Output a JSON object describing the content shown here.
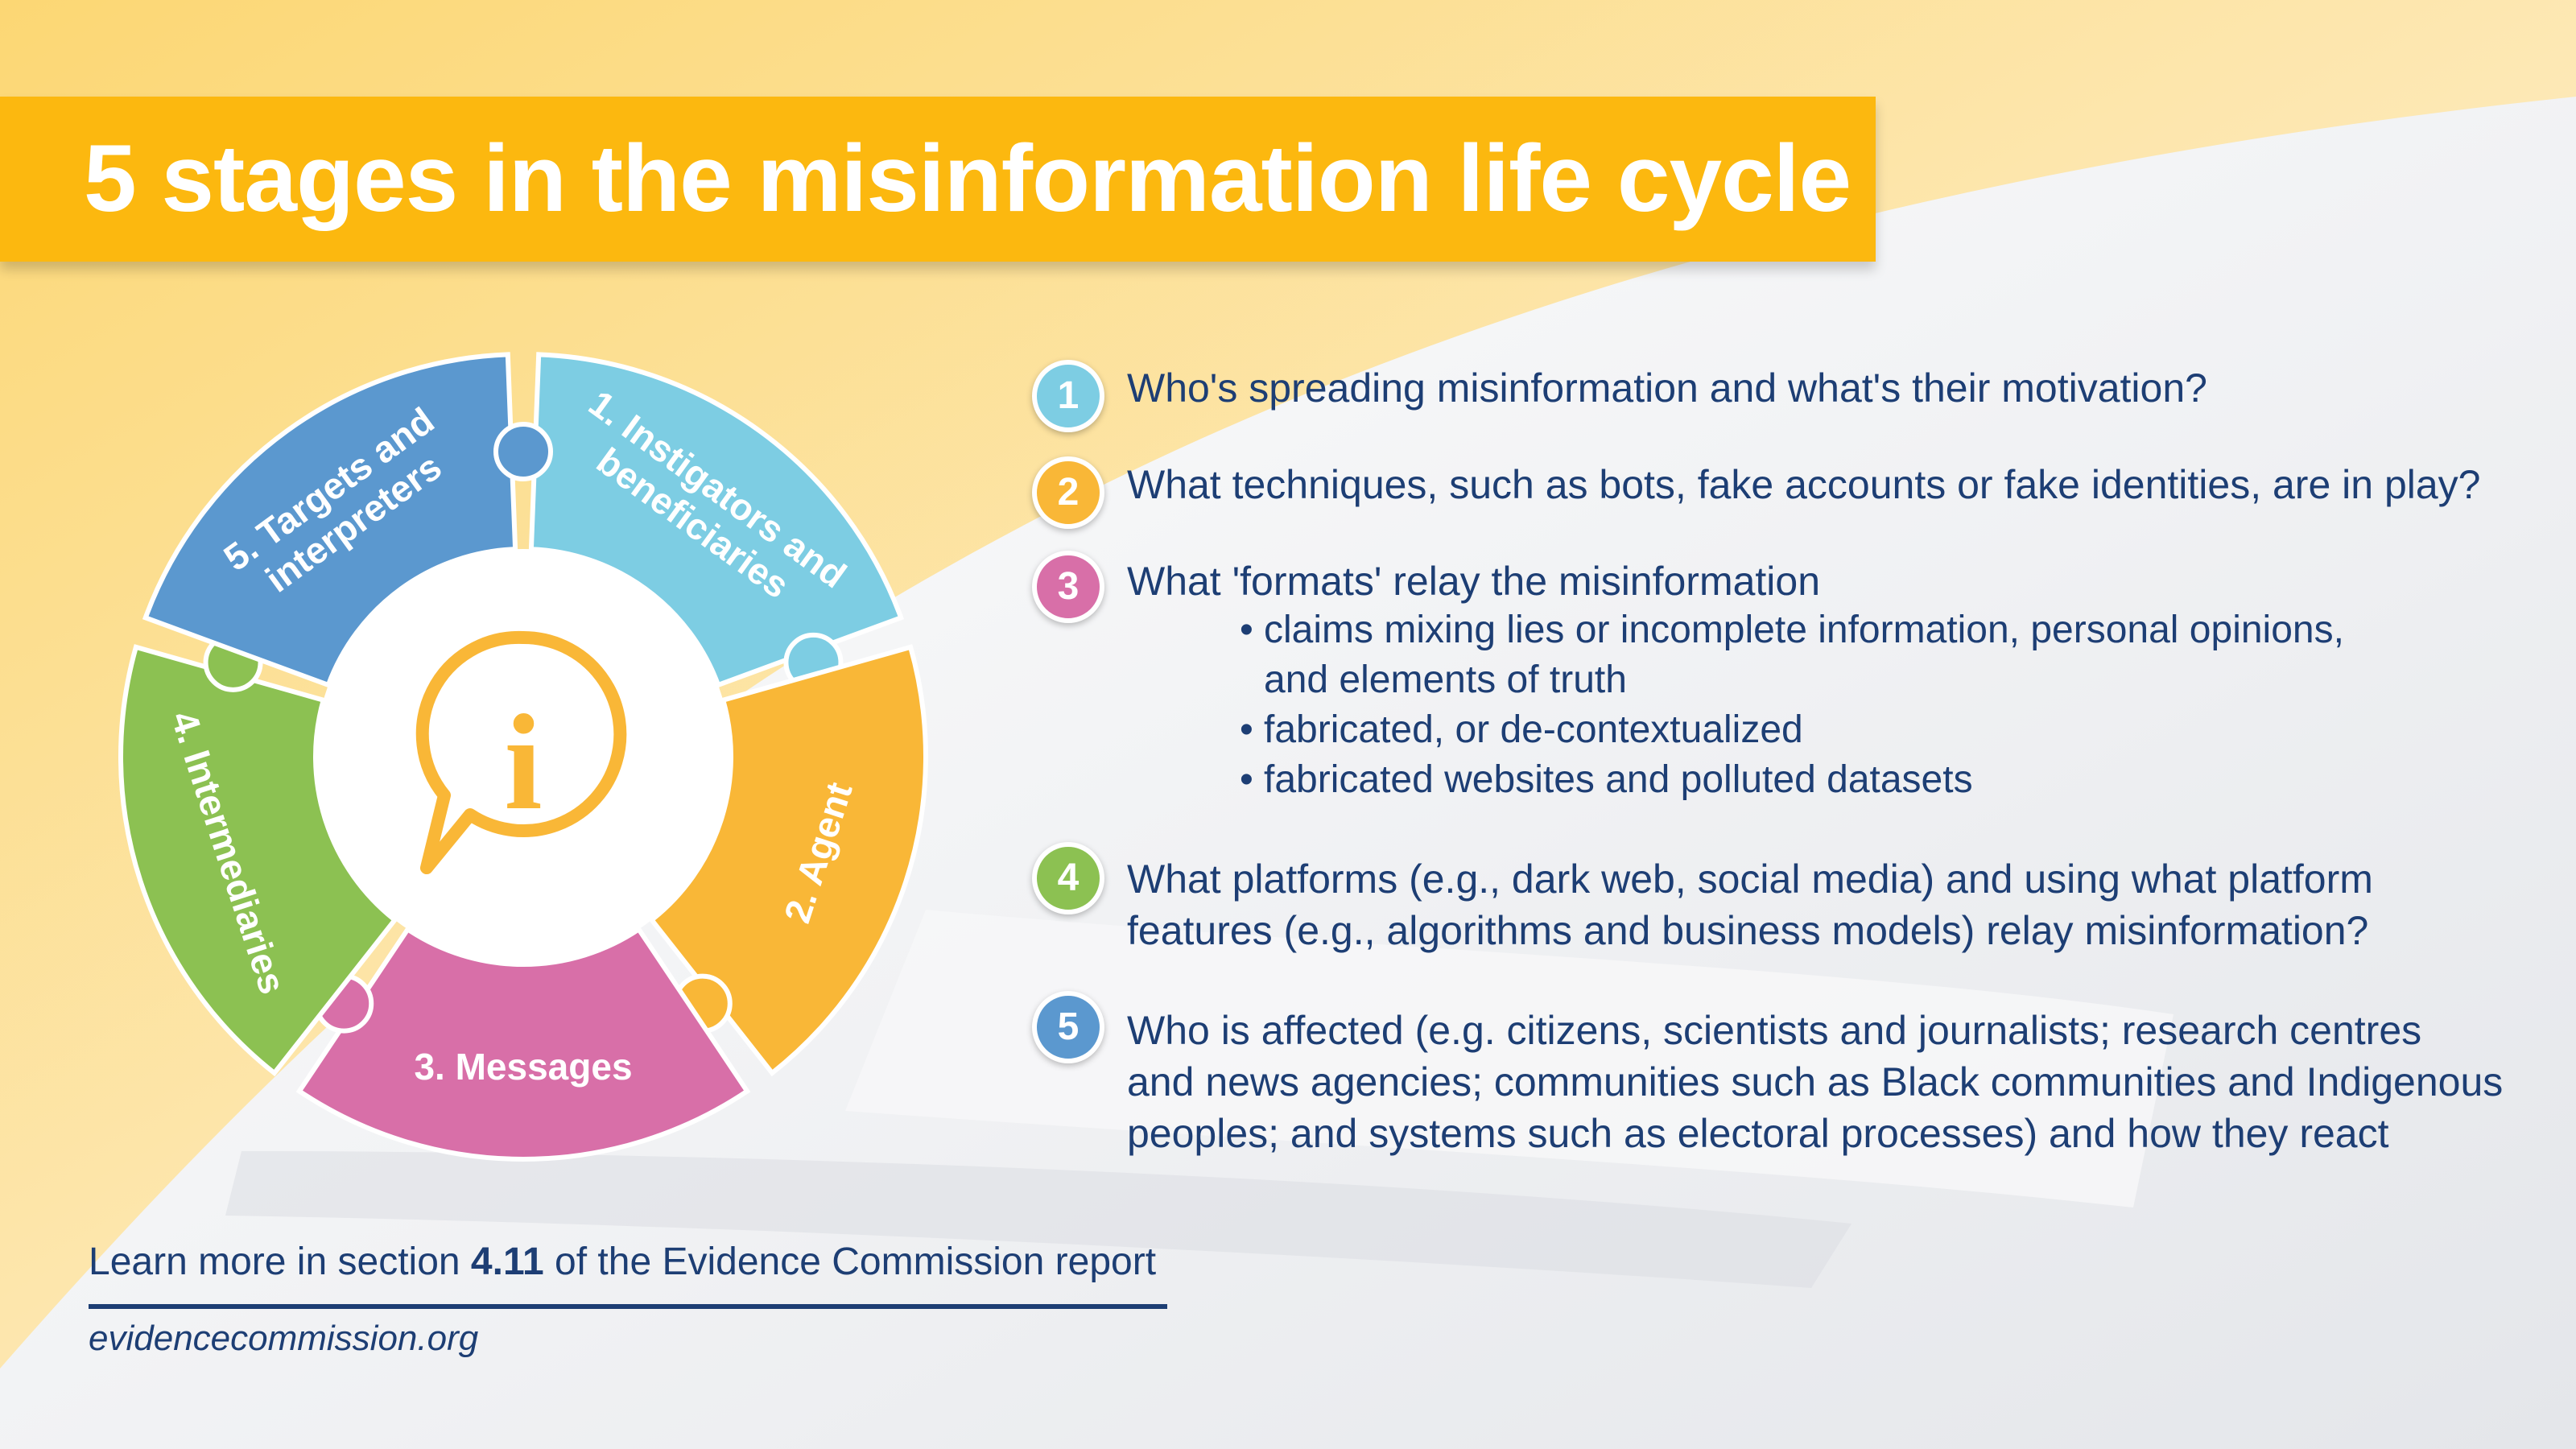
{
  "title": "5 stages in the misinformation life cycle",
  "cycle": {
    "stages": [
      {
        "label": "1. Instigators and beneficiaries",
        "lines": [
          "1. Instigators and",
          "beneficiaries"
        ],
        "color": "#7dcde3"
      },
      {
        "label": "2. Agent",
        "lines": [
          "2. Agent"
        ],
        "color": "#f9b737"
      },
      {
        "label": "3. Messages",
        "lines": [
          "3. Messages"
        ],
        "color": "#d86fa8"
      },
      {
        "label": "4. Intermediaries",
        "lines": [
          "4. Intermediaries"
        ],
        "color": "#8cc152"
      },
      {
        "label": "5. Targets and interpreters",
        "lines": [
          "5. Targets and",
          "interpreters"
        ],
        "color": "#5b98cf"
      }
    ],
    "center_icon": "info-speech-bubble-icon",
    "center_glyph": "i"
  },
  "questions": [
    {
      "num": "1",
      "color": "#7dcde3",
      "text": "Who's spreading misinformation and what's their motivation?"
    },
    {
      "num": "2",
      "color": "#f9b737",
      "text": "What techniques, such as bots, fake accounts or fake identities, are in play?"
    },
    {
      "num": "3",
      "color": "#d86fa8",
      "text": "What 'formats' relay the misinformation",
      "bullets": [
        "claims mixing lies or incomplete information, personal opinions,",
        "and elements of truth",
        "fabricated, or de-contextualized",
        "fabricated websites and polluted datasets"
      ]
    },
    {
      "num": "4",
      "color": "#8cc152",
      "lines": [
        "What platforms (e.g., dark web, social media) and using what platform",
        "features (e.g., algorithms and business models) relay misinformation?"
      ]
    },
    {
      "num": "5",
      "color": "#5b98cf",
      "lines": [
        "Who is affected (e.g. citizens, scientists and journalists; research centres",
        "and news agencies; communities such as Black communities and Indigenous",
        "peoples; and systems such as electoral processes) and how they react"
      ]
    }
  ],
  "footer": {
    "learn_prefix": "Learn more in section ",
    "section": "4.11",
    "learn_suffix": " of the Evidence Commission report",
    "site": "evidencecommission.org"
  },
  "colors": {
    "title_bg": "#fcb80f",
    "text_navy": "#1d3e74",
    "icon_orange": "#f9b737"
  }
}
